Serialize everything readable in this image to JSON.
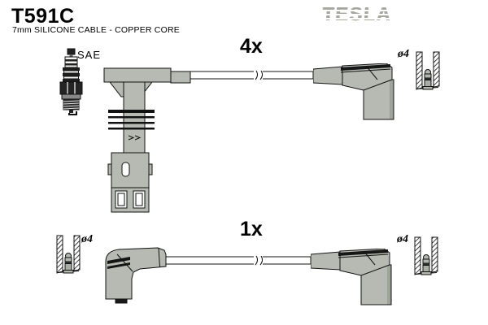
{
  "header": {
    "part_number": "T591C",
    "subtitle": "7mm SILICONE CABLE - COPPER CORE",
    "brand_logo": "TESLA"
  },
  "spark_plug": {
    "standard_label": "SAE"
  },
  "cable_groups": [
    {
      "name": "coil-end-cable",
      "quantity_label": "4x",
      "right_terminal": {
        "diameter_label": "ø4"
      }
    },
    {
      "name": "main-cable",
      "quantity_label": "1x",
      "left_terminal": {
        "diameter_label": "ø4"
      },
      "right_terminal": {
        "diameter_label": "ø4"
      }
    }
  ],
  "colors": {
    "background": "#ffffff",
    "ink": "#111111",
    "connector_fill": "#b6bab2",
    "connector_shadow": "#9fa49b",
    "logo_gray": "#a6a8a0"
  }
}
